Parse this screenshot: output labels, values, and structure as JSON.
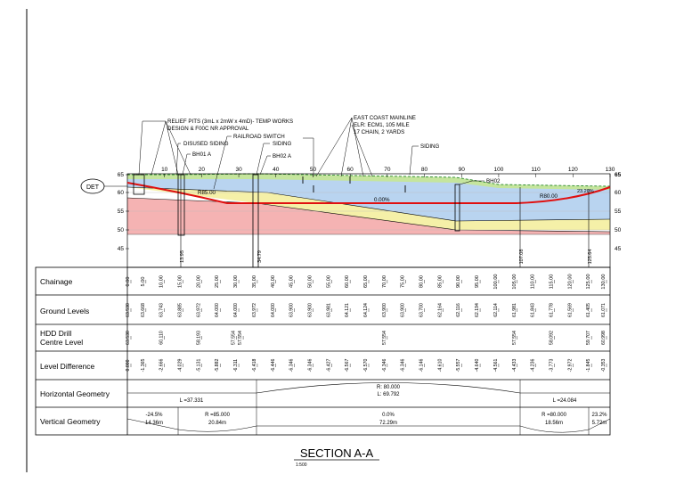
{
  "section_title": "SECTION A-A",
  "section_scale": "1:500",
  "dot_label": "DET",
  "chainage_ticks": [
    "10",
    "20",
    "30",
    "40",
    "50",
    "60",
    "70",
    "80",
    "90",
    "100",
    "110",
    "120",
    "130"
  ],
  "elevation_ticks": [
    "65",
    "60",
    "55",
    "50",
    "45"
  ],
  "annotations": {
    "relief_pits": "RELIEF PITS (3mL x 2mW x 4mD)- TEMP WORKS",
    "design_approval": "DESIGN & F00C NR APPROVAL",
    "railroad_switch": "RAILROAD SWITCH",
    "disused_siding": "DISUSED SIDING",
    "siding_1": "SIDING",
    "bh01": "BH01 A",
    "bh02a": "BH02 A",
    "east_coast_1": "EAST COAST MAINLINE",
    "east_coast_2": "ELR: ECM1, 105 MILE",
    "east_coast_3": "17 CHAIN, 2 YARDS",
    "siding_2": "SIDING",
    "bh02": "BH02"
  },
  "profile_labels": {
    "r85": "R85.00",
    "grade": "0.00%",
    "r80": "R80.00",
    "end_grade": "23.20%"
  },
  "markers": [
    "13.95",
    "34.79",
    "107.08",
    "125.64"
  ],
  "table": {
    "row_labels": {
      "chainage": "Chainage",
      "ground": "Ground Levels",
      "hdd1": "HDD Drill",
      "hdd2": "Centre Level",
      "diff": "Level Difference",
      "hgeom": "Horizontal Geometry",
      "vgeom": "Vertical Geometry"
    },
    "chainage": [
      "0.00",
      "5.00",
      "10.00",
      "15.00",
      "20.00",
      "25.00",
      "30.00",
      "35.00",
      "40.00",
      "45.00",
      "50.00",
      "55.00",
      "60.00",
      "65.00",
      "70.00",
      "75.00",
      "80.00",
      "85.00",
      "90.00",
      "95.00",
      "100.00",
      "105.00",
      "110.00",
      "115.00",
      "120.00",
      "125.00",
      "130.00"
    ],
    "ground": [
      "63.530",
      "63.668",
      "63.743",
      "63.885",
      "63.972",
      "64.000",
      "64.000",
      "63.972",
      "64.000",
      "63.900",
      "63.900",
      "63.981",
      "64.121",
      "64.124",
      "63.900",
      "63.900",
      "63.700",
      "62.164",
      "62.116",
      "62.194",
      "62.114",
      "61.981",
      "61.843",
      "61.778",
      "61.569",
      "61.405",
      "61.071"
    ],
    "hdd": [
      {
        "pos": 0,
        "v": "63.530"
      },
      {
        "pos": 10,
        "v": "60.110"
      },
      {
        "pos": 20,
        "v": "58.193"
      },
      {
        "pos": 29.4,
        "v": "57.554"
      },
      {
        "pos": 31.2,
        "v": "57.554"
      },
      {
        "pos": 70,
        "v": "57.554"
      },
      {
        "pos": 105,
        "v": "57.554"
      },
      {
        "pos": 115,
        "v": "58.092"
      },
      {
        "pos": 125,
        "v": "59.707"
      },
      {
        "pos": 130,
        "v": "60.998"
      }
    ],
    "diff": [
      "0.000",
      "-1.365",
      "-2.666",
      "-4.029",
      "-5.131",
      "-5.882",
      "-6.311",
      "-6.418",
      "-6.446",
      "-6.346",
      "-6.346",
      "-6.427",
      "-6.567",
      "-6.570",
      "-6.346",
      "-6.346",
      "-6.146",
      "-4.610",
      "-5.557",
      "-4.640",
      "-4.561",
      "-4.433",
      "-4.236",
      "-3.773",
      "-2.972",
      "-1.845",
      "-0.353"
    ],
    "hgeom": {
      "seg1": "L =37.331",
      "arc1": "R: 80.000",
      "arc2": "L: 69.792",
      "seg2": "L =24.084"
    },
    "vgeom": {
      "s1a": "-24.5%",
      "s1b": "14.36m",
      "s2a": "R =85.000",
      "s2b": "20.84m",
      "s3a": "0.0%",
      "s3b": "72.29m",
      "s4a": "R =80.000",
      "s4b": "18.56m",
      "s5a": "23.2%",
      "s5b": "5.72m"
    }
  }
}
